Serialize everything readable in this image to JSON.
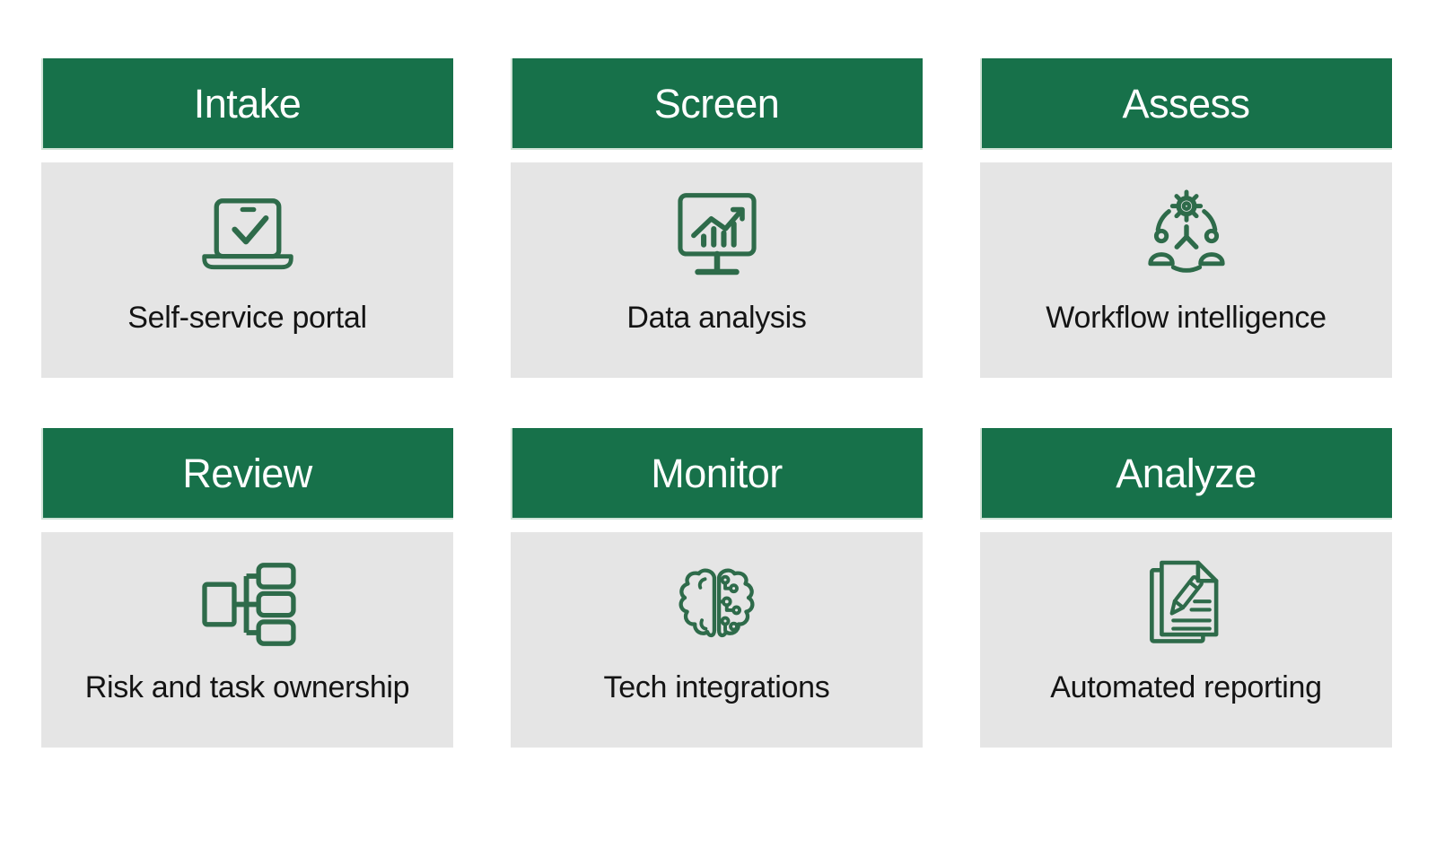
{
  "colors": {
    "header_green": "#17714a",
    "header_highlight": "#cfe2d6",
    "body_gray": "#e5e5e5",
    "icon_green": "#2e6b4a",
    "header_text": "#ffffff",
    "label_text": "#141414",
    "page_bg": "#ffffff"
  },
  "cards": [
    {
      "title": "Intake",
      "label": "Self-service portal",
      "icon": "laptop-check-icon"
    },
    {
      "title": "Screen",
      "label": "Data analysis",
      "icon": "monitor-chart-icon"
    },
    {
      "title": "Assess",
      "label": "Workflow intelligence",
      "icon": "workflow-gear-people-icon"
    },
    {
      "title": "Review",
      "label": "Risk and task ownership",
      "icon": "org-chart-icon"
    },
    {
      "title": "Monitor",
      "label": "Tech integrations",
      "icon": "circuit-brain-icon"
    },
    {
      "title": "Analyze",
      "label": "Automated reporting",
      "icon": "report-pencil-icon"
    }
  ]
}
